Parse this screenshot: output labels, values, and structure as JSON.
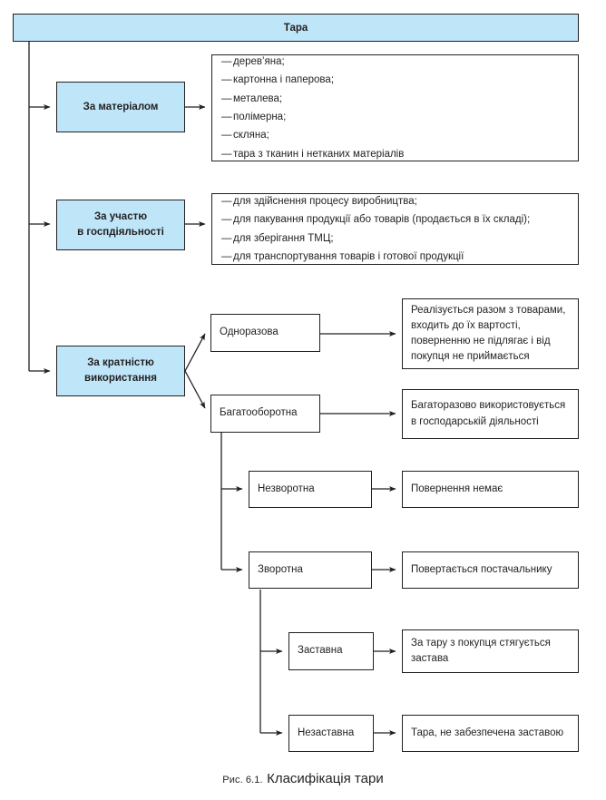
{
  "figure": {
    "number_label": "Рис. 6.1.",
    "title": "Класифікація тари",
    "root_label": "Тара",
    "accent_color": "#bfe6f8",
    "line_color": "#231f20"
  },
  "branches": {
    "material": {
      "label": "За матеріалом",
      "items": [
        "дерев’яна;",
        "картонна і паперова;",
        "металева;",
        "полімерна;",
        "скляна;",
        "тара з тканин і нетканих матеріалів"
      ]
    },
    "activity": {
      "label_line1": "За участю",
      "label_line2": "в госпдіяльності",
      "items": [
        "для здійснення процесу виробництва;",
        "для пакування продукції або товарів (продається в їх складі);",
        "для зберігання ТМЦ;",
        "для транспортування товарів і готової продукції"
      ]
    },
    "multiplicity": {
      "label_line1": "За кратністю",
      "label_line2": "використання",
      "children": [
        {
          "label": "Одноразова",
          "description": "Реалізується разом з товарами, входить до їх вартості, поверненню не підлягає і від покупця не приймається"
        },
        {
          "label": "Багатооборотна",
          "description": "Багаторазово використовується в господарській діяльності"
        },
        {
          "label": "Незворотна",
          "description": "Повернення немає"
        },
        {
          "label": "Зворотна",
          "description": "Повертається постачальнику"
        },
        {
          "label": "Заставна",
          "description": "За тару з покупця стягується застава"
        },
        {
          "label": "Незаставна",
          "description": "Тара, не забезпечена заставою"
        }
      ]
    }
  }
}
